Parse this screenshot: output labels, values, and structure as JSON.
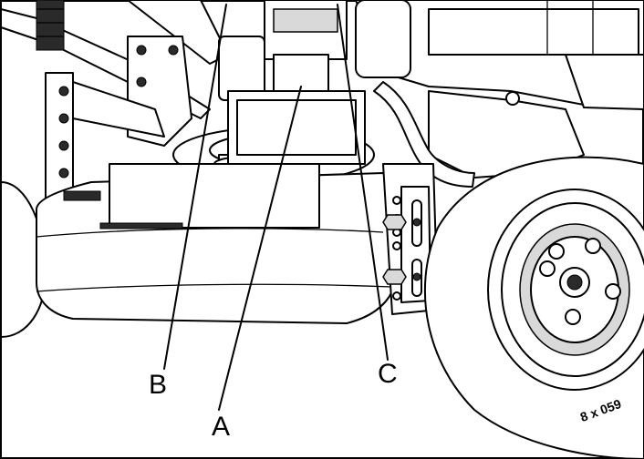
{
  "callouts": {
    "a": "A",
    "b": "B",
    "c": "C"
  },
  "tire_marking": "8 x 059"
}
